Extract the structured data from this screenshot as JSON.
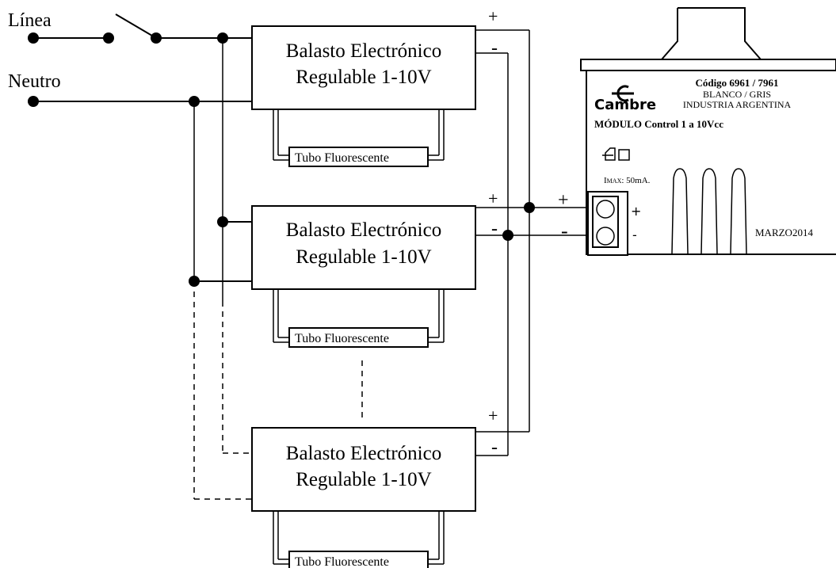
{
  "labels": {
    "line": "Línea",
    "neutral": "Neutro"
  },
  "ballast": {
    "line1": "Balasto Electrónico",
    "line2": "Regulable 1-10V"
  },
  "tube": "Tubo Fluorescente",
  "signs": {
    "plus": "+",
    "minus": "-"
  },
  "module": {
    "brand": "Cambre",
    "code": "Código 6961 / 7961",
    "colors": "BLANCO / GRIS",
    "origin": "INDUSTRIA ARGENTINA",
    "name": "MÓDULO Control 1 a 10Vcc",
    "imax_label": "I",
    "imax_sub": "MAX",
    "imax_value": ": 50mA.",
    "date": "MARZO2014"
  }
}
